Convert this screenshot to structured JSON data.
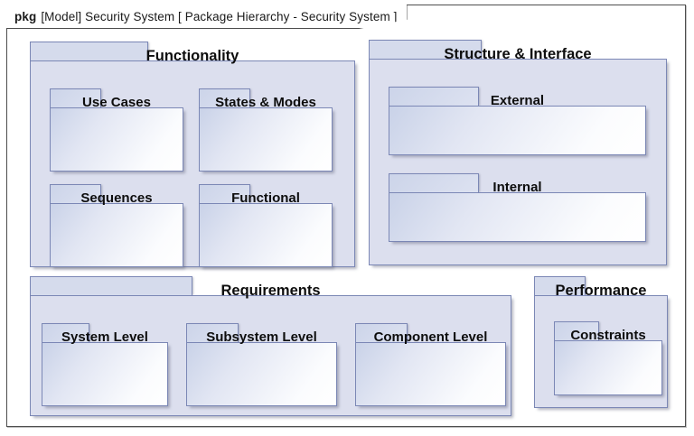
{
  "frame": {
    "keyword": "pkg",
    "label": "[Model] Security System [ Package Hierarchy - Security System  ]",
    "border_color": "#4d4d4d",
    "background": "#ffffff"
  },
  "style": {
    "package_border": "#7b87b5",
    "outer_fill": "#dcdfee",
    "inner_fill_light": "#ffffff",
    "inner_fill_dark": "#c9d2e8",
    "title_color": "#0d0d0d"
  },
  "packages": [
    {
      "id": "functionality",
      "name": "Functionality",
      "children": [
        {
          "id": "use-cases",
          "name": "Use Cases"
        },
        {
          "id": "states-modes",
          "name": "States & Modes"
        },
        {
          "id": "sequences",
          "name": "Sequences"
        },
        {
          "id": "functional",
          "name": "Functional"
        }
      ]
    },
    {
      "id": "structure",
      "name": "Structure & Interface",
      "children": [
        {
          "id": "external",
          "name": "External"
        },
        {
          "id": "internal",
          "name": "Internal"
        }
      ]
    },
    {
      "id": "requirements",
      "name": "Requirements",
      "children": [
        {
          "id": "system-level",
          "name": "System Level"
        },
        {
          "id": "subsystem-level",
          "name": "Subsystem Level"
        },
        {
          "id": "component-level",
          "name": "Component Level"
        }
      ]
    },
    {
      "id": "performance",
      "name": "Performance",
      "children": [
        {
          "id": "constraints",
          "name": "Constraints"
        }
      ]
    }
  ]
}
